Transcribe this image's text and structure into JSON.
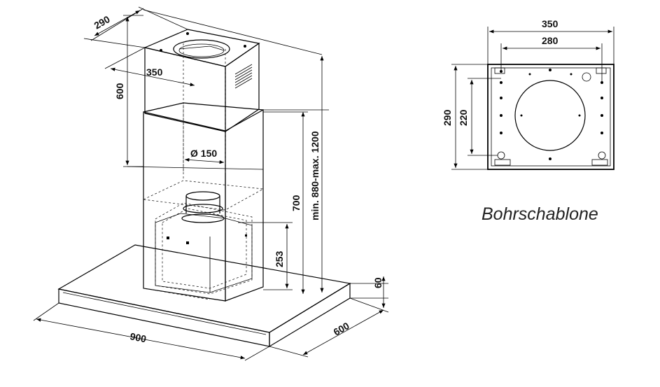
{
  "hood_drawing": {
    "dim_chimney_depth": "290",
    "dim_chimney_width": "350",
    "dim_chimney_height": "600",
    "dim_outlet_diameter": "Ø 150",
    "dim_total_height": "min. 880-max. 1200",
    "dim_lower_height": "700",
    "dim_motor_height": "253",
    "dim_canopy_thickness": "60",
    "dim_canopy_width": "900",
    "dim_canopy_depth": "600"
  },
  "template_drawing": {
    "dim_outer_width": "350",
    "dim_inner_width": "280",
    "dim_outer_height": "290",
    "dim_inner_height": "220",
    "caption": "Bohrschablone"
  }
}
